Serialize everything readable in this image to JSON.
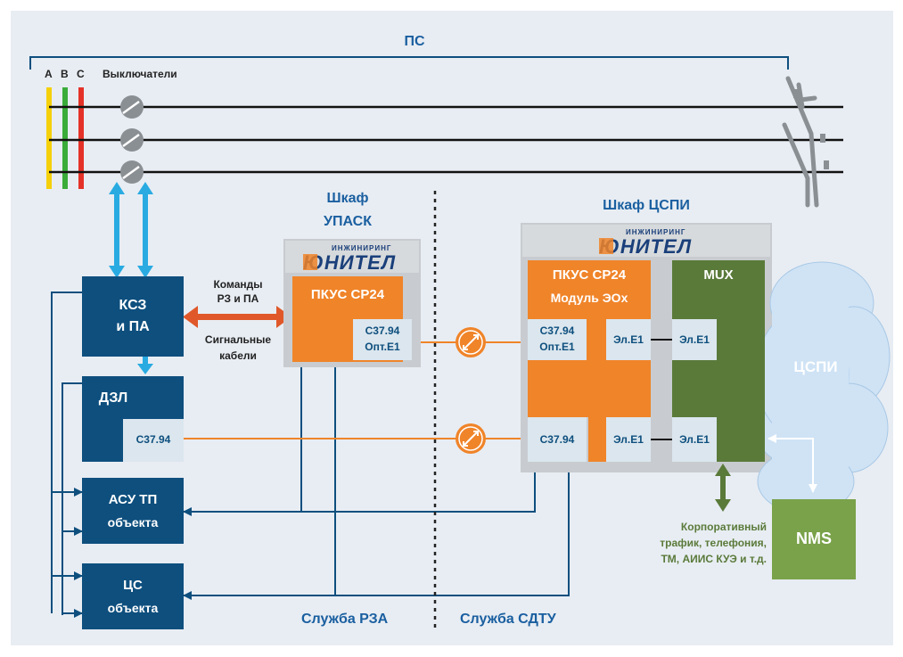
{
  "title": "ПС",
  "phases": [
    {
      "label": "A",
      "color": "#f5d00a"
    },
    {
      "label": "B",
      "color": "#3aac3a"
    },
    {
      "label": "C",
      "color": "#e53228"
    }
  ],
  "breakers_label": "Выключатели",
  "left_blocks": {
    "ksz": {
      "line1": "КСЗ",
      "line2": "и ПА"
    },
    "dzl": {
      "label": "ДЗЛ",
      "port": "С37.94"
    },
    "asu": {
      "line1": "АСУ ТП",
      "line2": "объекта"
    },
    "cs": {
      "line1": "ЦС",
      "line2": "объекта"
    }
  },
  "commands_text": {
    "line1": "Команды",
    "line2": "РЗ и ПА"
  },
  "signal_text": {
    "line1": "Сигнальные",
    "line2": "кабели"
  },
  "upask": {
    "title_line1": "Шкаф",
    "title_line2": "УПАСК",
    "logo_small": "ИНЖИНИРИНГ",
    "logo_main": "ЮНИТЕЛ",
    "device": "ПКУС СР24",
    "port_line1": "С37.94",
    "port_line2": "Опт.Е1"
  },
  "cspi_cabinet": {
    "title": "Шкаф ЦСПИ",
    "logo_small": "ИНЖИНИРИНГ",
    "logo_main": "ЮНИТЕЛ",
    "device_line1": "ПКУС СР24",
    "device_line2": "Модуль ЭОх",
    "port1_line1": "С37.94",
    "port1_line2": "Опт.Е1",
    "port2": "С37.94",
    "el1": "Эл.Е1",
    "el2": "Эл.Е1",
    "mux": "MUX",
    "mux_el1": "Эл.Е1",
    "mux_el2": "Эл.Е1"
  },
  "cloud_label": "ЦСПИ",
  "nms": "NMS",
  "corporate_text": {
    "line1": "Корпоративный",
    "line2": "трафик, телефония,",
    "line3": "ТМ, АИИС КУЭ и т.д."
  },
  "service_rza": "Служба РЗА",
  "service_sdtu": "Служба СДТУ",
  "colors": {
    "background": "#e8edf3",
    "navy": "#0e4f7e",
    "orange": "#f08429",
    "mux_green": "#5a7a3a",
    "nms_green": "#7aa24a",
    "cloud": "#cfe3f5",
    "cyan_arrow": "#29abe2",
    "title_blue": "#1a5fa0"
  }
}
